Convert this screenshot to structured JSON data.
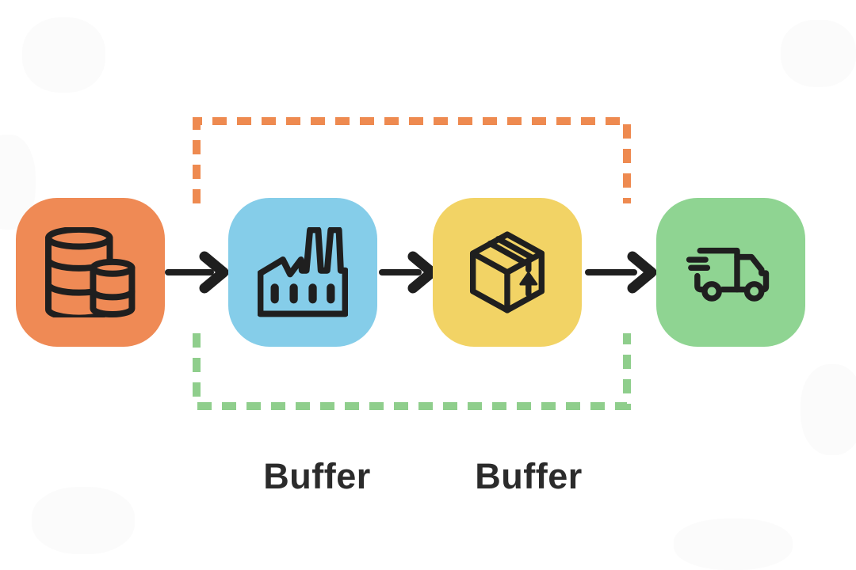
{
  "colors": {
    "background": "#ffffff",
    "ink": "#1f1f1f",
    "label-text": "#2b2b2b",
    "stage-raw": "#ef8a55",
    "stage-factory": "#85cde9",
    "stage-package": "#f2d365",
    "stage-delivery": "#8fd492",
    "buffer-top-dash": "#ee8a50",
    "buffer-bottom-dash": "#8fce8c"
  },
  "diagram": {
    "type": "process-flow",
    "stages": [
      {
        "name": "raw-materials",
        "icon": "oil-barrels-icon",
        "color": "#ef8a55"
      },
      {
        "name": "factory",
        "icon": "factory-icon",
        "color": "#85cde9"
      },
      {
        "name": "packaging",
        "icon": "package-box-icon",
        "color": "#f2d365"
      },
      {
        "name": "delivery",
        "icon": "delivery-truck-icon",
        "color": "#8fd492"
      }
    ],
    "connectors": [
      {
        "from": "raw-materials",
        "to": "factory",
        "type": "arrow-right"
      },
      {
        "from": "factory",
        "to": "packaging",
        "type": "arrow-right"
      },
      {
        "from": "packaging",
        "to": "delivery",
        "type": "arrow-right"
      }
    ],
    "buffer_labels": [
      {
        "text": "Buffer"
      },
      {
        "text": "Buffer"
      }
    ]
  }
}
